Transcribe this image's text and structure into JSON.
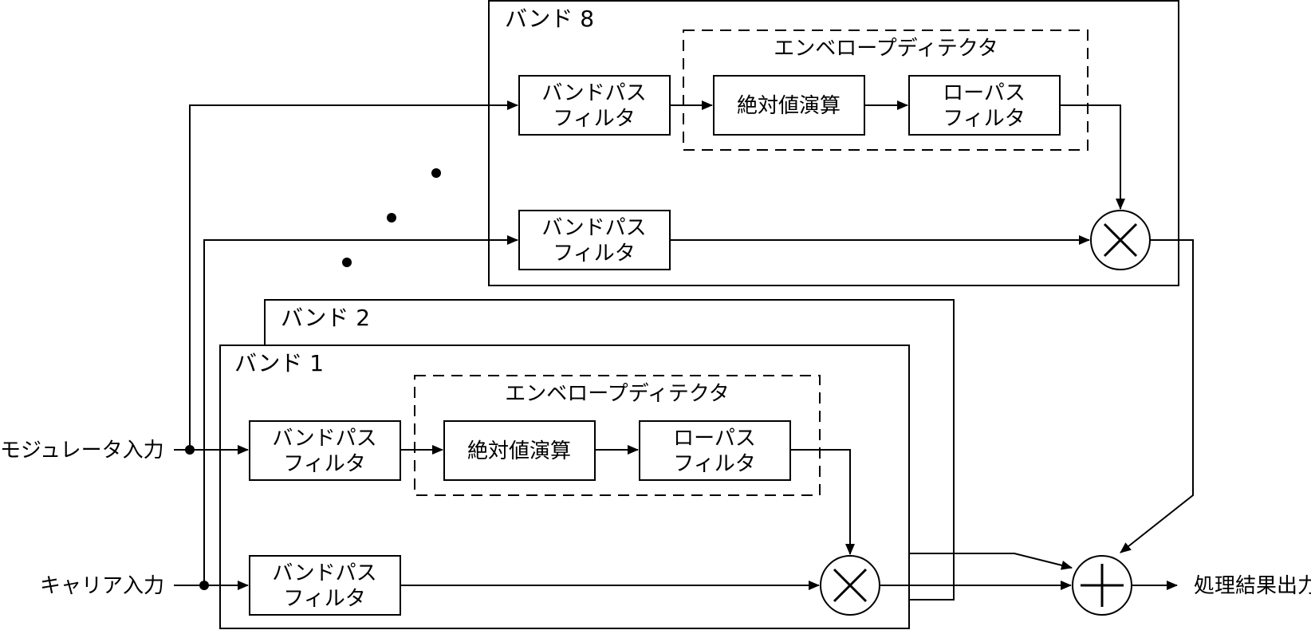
{
  "inputs": {
    "modulator": "モジュレータ入力",
    "carrier": "キャリア入力"
  },
  "output": "処理結果出力",
  "band8": {
    "title": "バンド 8",
    "envelope_label": "エンベロープディテクタ",
    "bpf_mod": [
      "バンドパス",
      "フィルタ"
    ],
    "abs": "絶対値演算",
    "lpf": [
      "ローパス",
      "フィルタ"
    ],
    "bpf_car": [
      "バンドパス",
      "フィルタ"
    ]
  },
  "band2": {
    "title": "バンド 2"
  },
  "band1": {
    "title": "バンド 1",
    "envelope_label": "エンベロープディテクタ",
    "bpf_mod": [
      "バンドパス",
      "フィルタ"
    ],
    "abs": "絶対値演算",
    "lpf": [
      "ローパス",
      "フィルタ"
    ],
    "bpf_car": [
      "バンドパス",
      "フィルタ"
    ]
  },
  "symbols": {
    "multiply": "multiply-icon",
    "sum": "plus-icon"
  }
}
